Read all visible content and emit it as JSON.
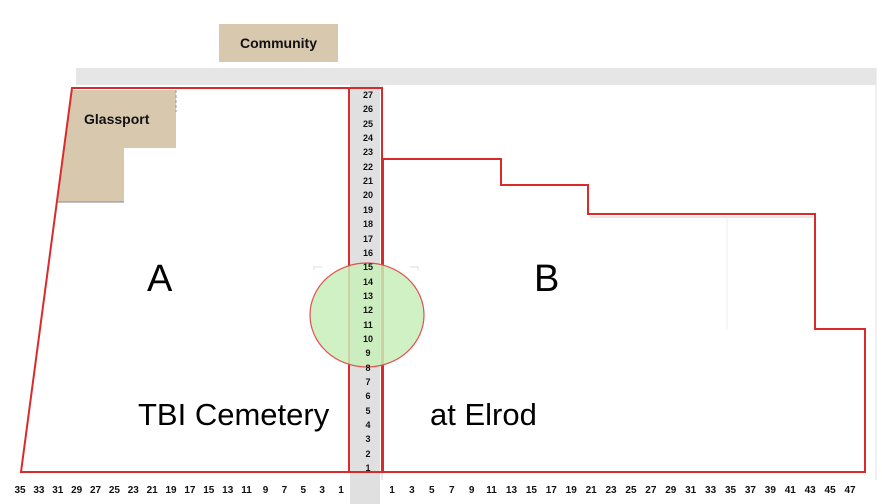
{
  "labels": {
    "community": "Community",
    "glassport": "Glassport",
    "section_a": "A",
    "section_b": "B",
    "name_left": "TBI Cemetery",
    "name_right": "at Elrod"
  },
  "row_numbers": [
    "27",
    "26",
    "25",
    "24",
    "23",
    "22",
    "21",
    "20",
    "19",
    "18",
    "17",
    "16",
    "15",
    "14",
    "13",
    "12",
    "11",
    "10",
    "9",
    "8",
    "7",
    "6",
    "5",
    "4",
    "3",
    "2",
    "1"
  ],
  "bottom_left_numbers": [
    "35",
    "33",
    "31",
    "29",
    "27",
    "25",
    "23",
    "21",
    "19",
    "17",
    "15",
    "13",
    "11",
    "9",
    "7",
    "5",
    "3",
    "1"
  ],
  "bottom_right_numbers": [
    "1",
    "3",
    "5",
    "7",
    "9",
    "11",
    "13",
    "15",
    "17",
    "19",
    "21",
    "23",
    "25",
    "27",
    "29",
    "31",
    "33",
    "35",
    "37",
    "39",
    "41",
    "43",
    "45",
    "47"
  ],
  "colors": {
    "boundary": "#d92b2b",
    "road": "#e6e6e6",
    "community_fill": "#d7c8ae",
    "marker_fill": "#c8efb8",
    "marker_stroke": "#e05050"
  }
}
